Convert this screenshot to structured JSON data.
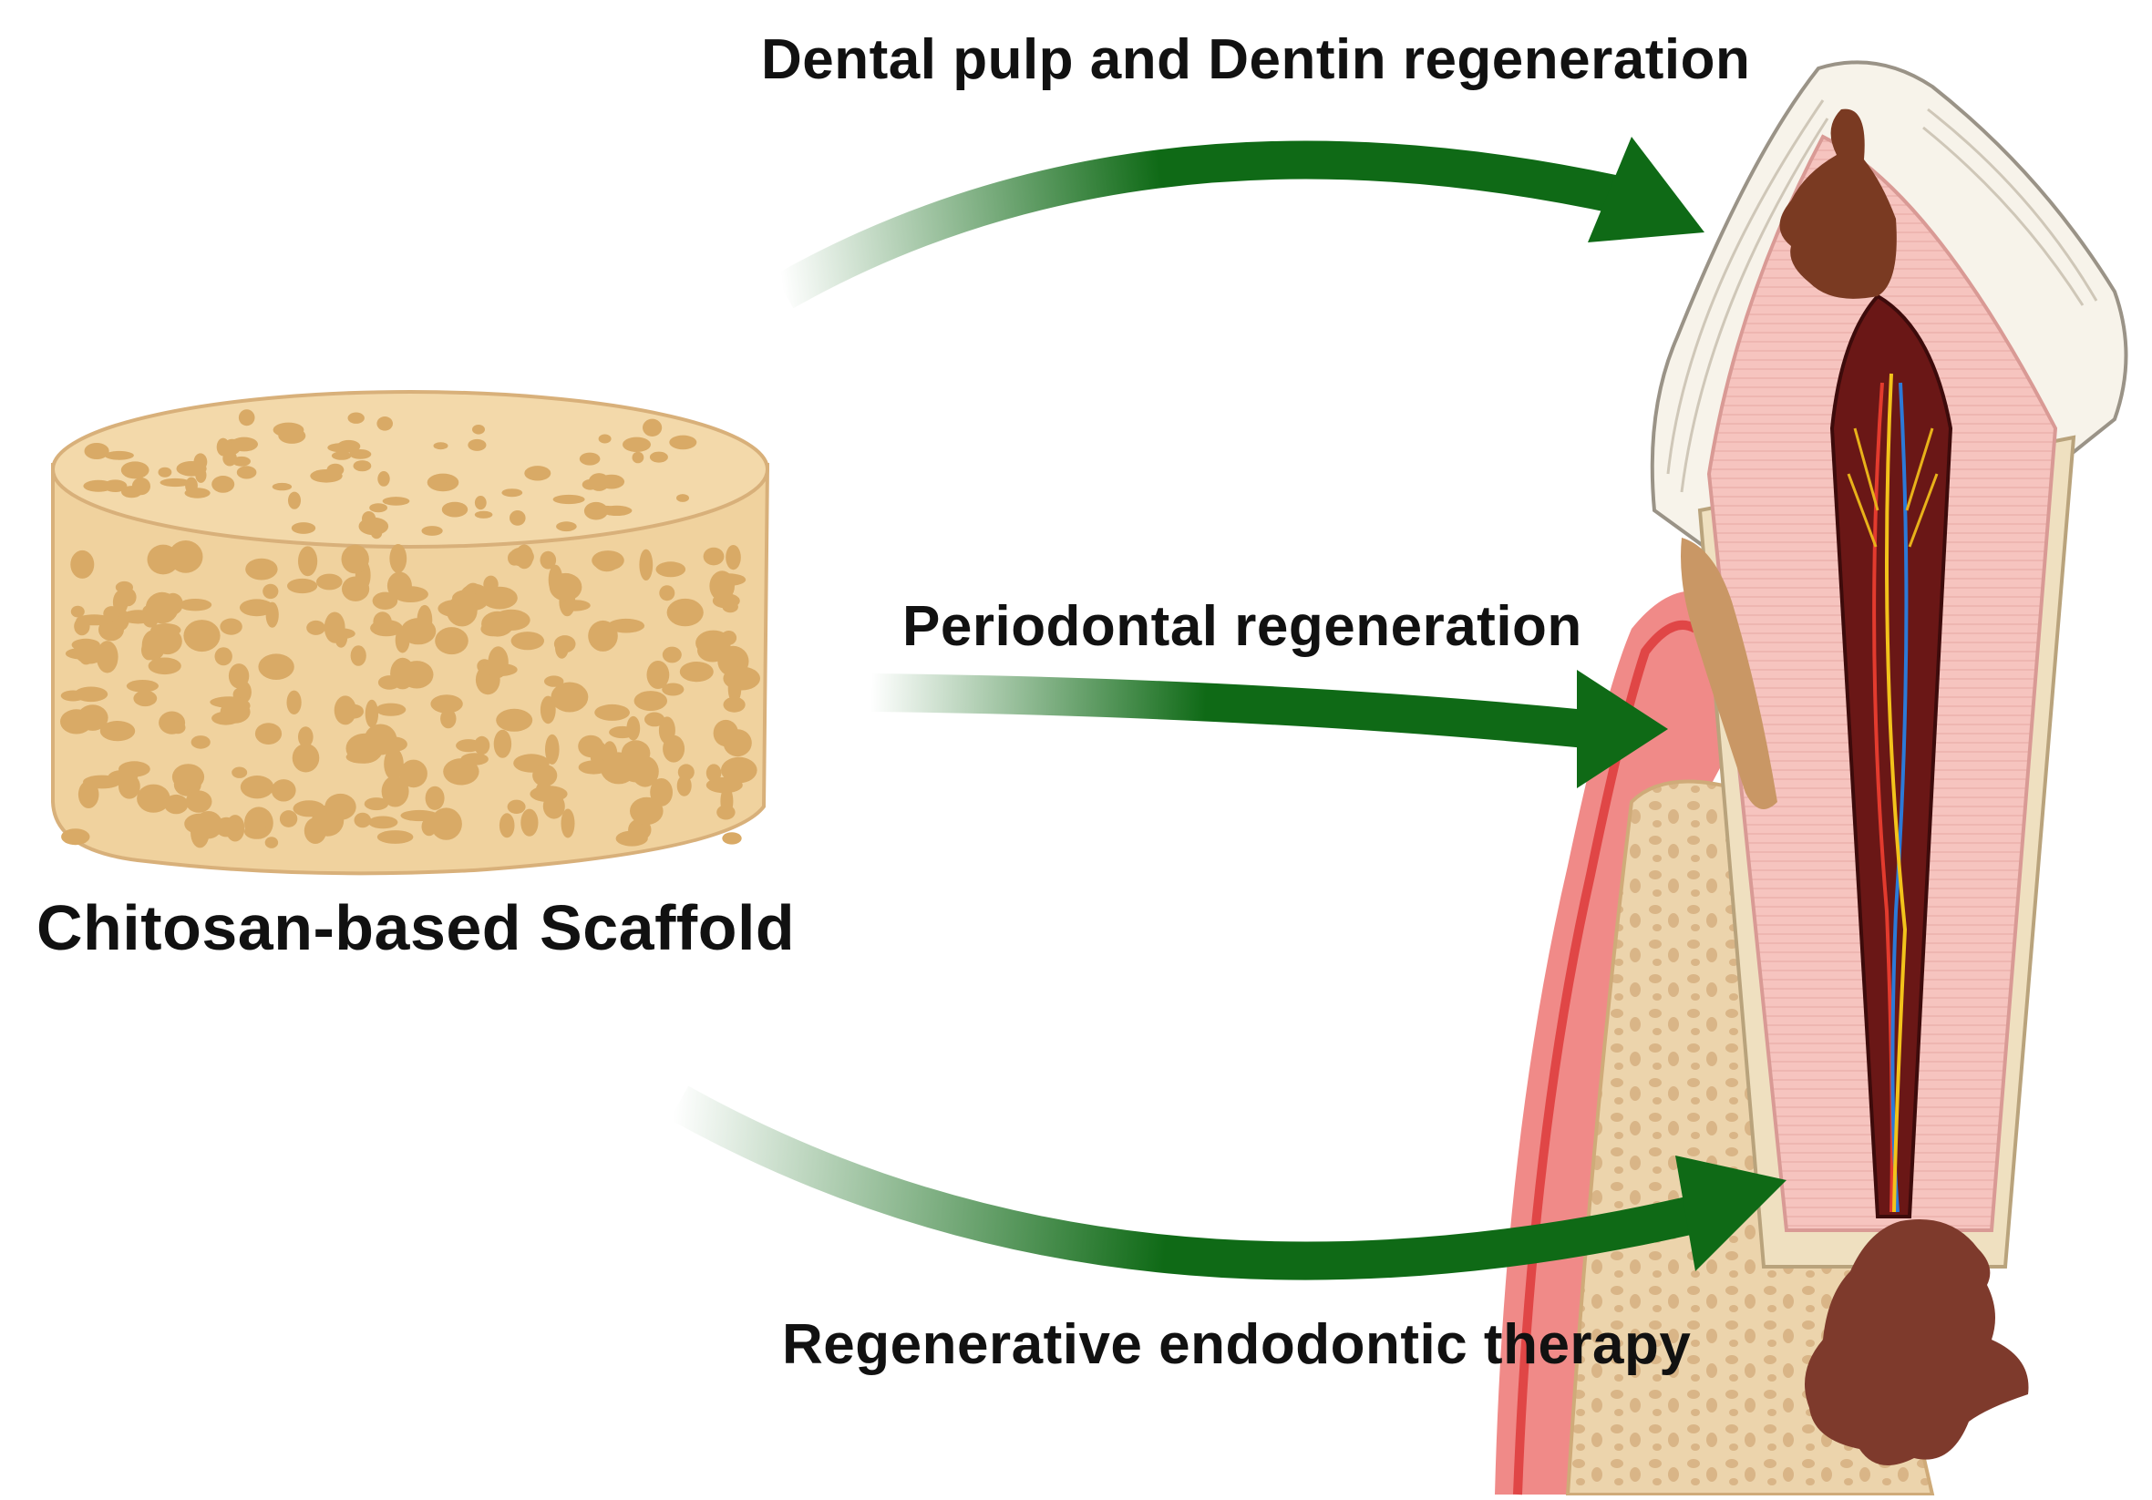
{
  "labels": {
    "scaffold": "Chitosan-based Scaffold",
    "pulp_dentin": "Dental pulp and Dentin regeneration",
    "periodontal": "Periodontal regeneration",
    "endodontic": "Regenerative endodontic therapy"
  },
  "colors": {
    "arrow": "#0f6a16",
    "scaffold_body": "#f0d29e",
    "scaffold_pore": "#d9aa66",
    "enamel": "#f7f3ea",
    "dentin": "#f6c4bf",
    "pulp": "#6a1716",
    "gum": "#f08a88",
    "bone": "#ecd4ac",
    "caries": "#7a3a22",
    "lesion": "#7e3a2c"
  }
}
